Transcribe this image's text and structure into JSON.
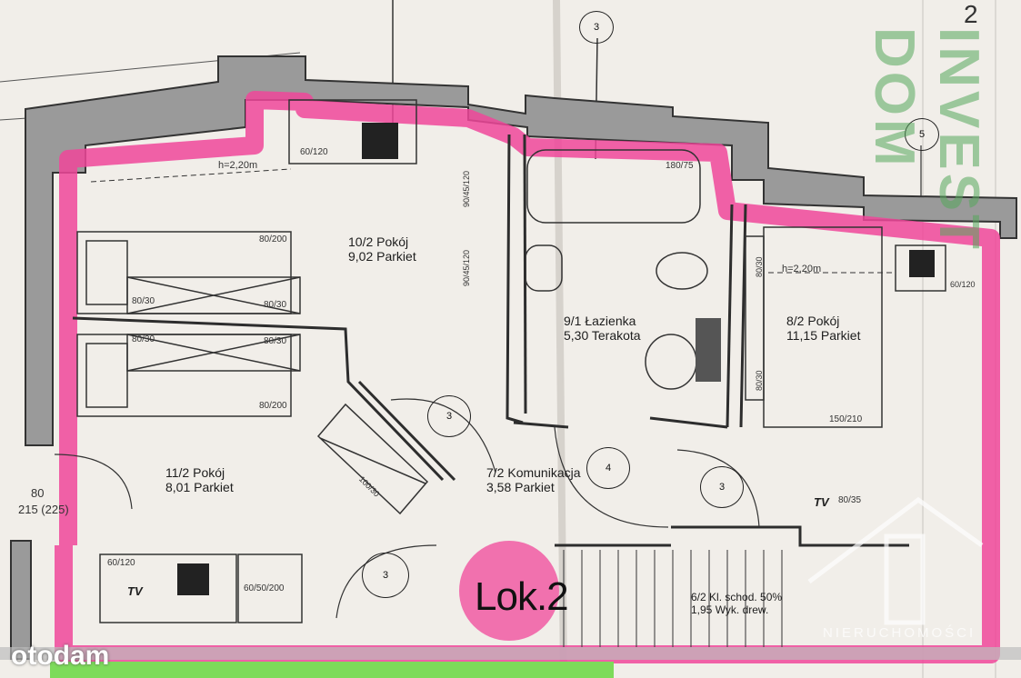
{
  "plan_title": "Lok.2",
  "page_number": "2",
  "rooms": [
    {
      "id": "10",
      "code": "10/2",
      "name": "Pokój",
      "area": "9,02",
      "floor": "Parkiet"
    },
    {
      "id": "9",
      "code": "9/1",
      "name": "Łazienka",
      "area": "5,30",
      "floor": "Terakota"
    },
    {
      "id": "8",
      "code": "8/2",
      "name": "Pokój",
      "area": "11,15",
      "floor": "Parkiet"
    },
    {
      "id": "11",
      "code": "11/2",
      "name": "Pokój",
      "area": "8,01",
      "floor": "Parkiet"
    },
    {
      "id": "7",
      "code": "7/2",
      "name": "Komunikacja",
      "area": "3,58",
      "floor": "Parkiet"
    },
    {
      "id": "6",
      "code": "6/2",
      "name": "Kl. schod. 50%",
      "area": "1,95",
      "floor": "Wyk. drew."
    }
  ],
  "heights": [
    "h=2,20m",
    "h=2,20m"
  ],
  "furniture_labels": [
    "60/120",
    "80/200",
    "80/30",
    "80/30",
    "80/30",
    "80/30",
    "80/200",
    "180/75",
    "150/210",
    "60/50/200",
    "60/120",
    "80/35",
    "60/120",
    "90/45/120",
    "90/45/120",
    "80/30",
    "80/30",
    "100/30"
  ],
  "tv_labels": [
    "TV",
    "TV"
  ],
  "door_markers": [
    "3",
    "3",
    "3",
    "3",
    "4",
    "5"
  ],
  "dimension": "215 (225)",
  "dim_left": "80",
  "watermarks": {
    "vertical": "INVEST DOM",
    "small": "NIERUCHOMOŚCI",
    "brand": "otodam"
  },
  "colors": {
    "paper": "#f1eee9",
    "pink": "#f0479a",
    "green": "#7ddb5a",
    "wall": "#3a3a3a"
  }
}
